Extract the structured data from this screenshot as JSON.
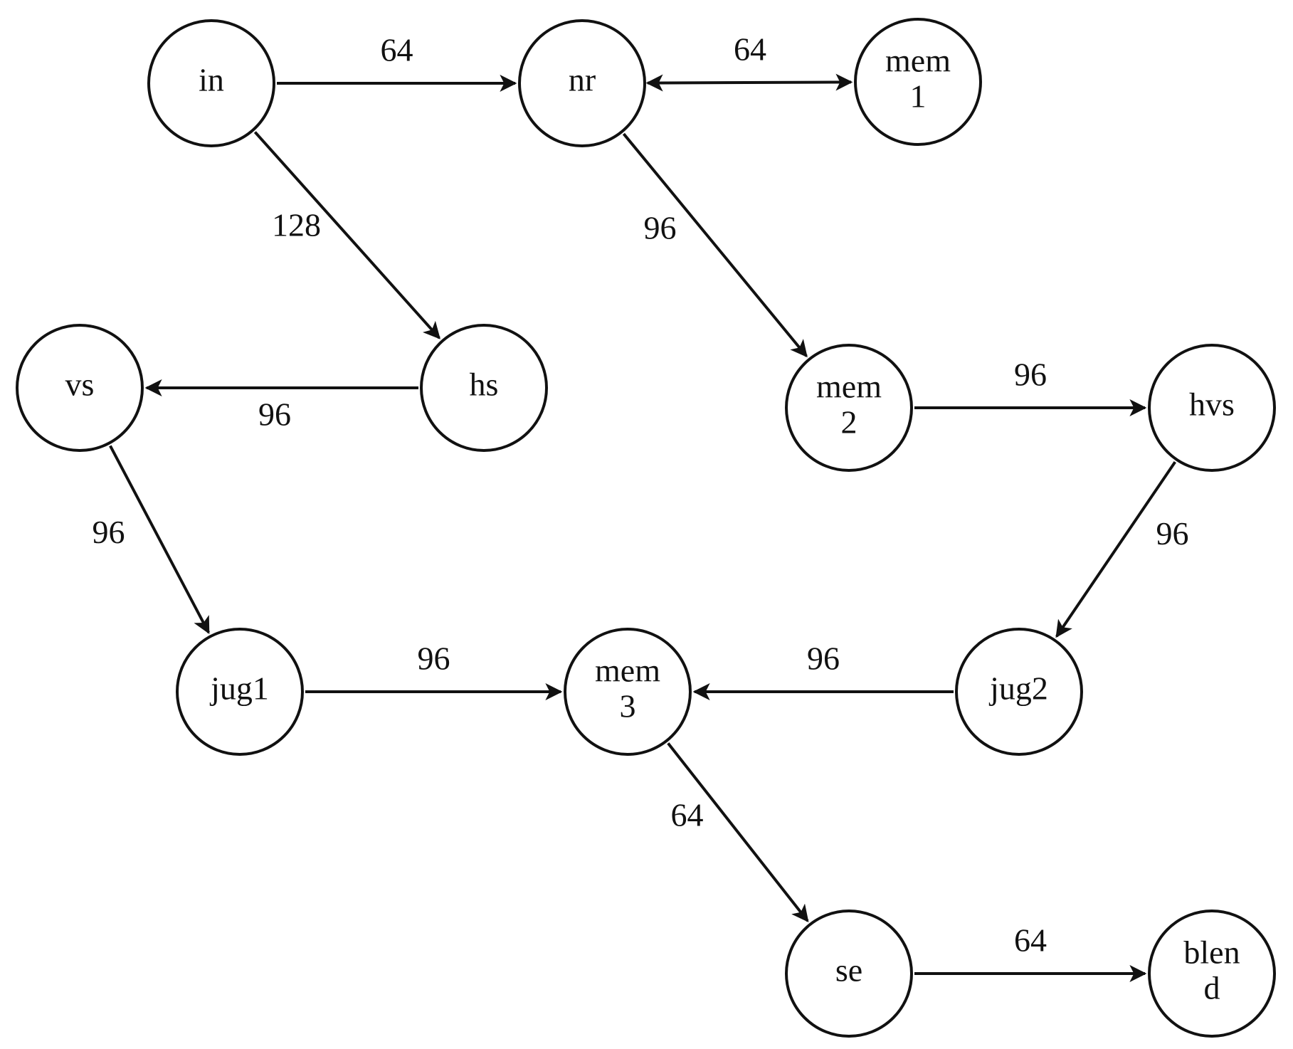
{
  "diagram": {
    "nodes": [
      {
        "id": "in",
        "lines": [
          "in"
        ]
      },
      {
        "id": "nr",
        "lines": [
          "nr"
        ]
      },
      {
        "id": "mem1",
        "lines": [
          "mem",
          "1"
        ]
      },
      {
        "id": "hs",
        "lines": [
          "hs"
        ]
      },
      {
        "id": "vs",
        "lines": [
          "vs"
        ]
      },
      {
        "id": "mem2",
        "lines": [
          "mem",
          "2"
        ]
      },
      {
        "id": "hvs",
        "lines": [
          "hvs"
        ]
      },
      {
        "id": "jug1",
        "lines": [
          "jug1"
        ]
      },
      {
        "id": "mem3",
        "lines": [
          "mem",
          "3"
        ]
      },
      {
        "id": "jug2",
        "lines": [
          "jug2"
        ]
      },
      {
        "id": "se",
        "lines": [
          "se"
        ]
      },
      {
        "id": "blend",
        "lines": [
          "blen",
          "d"
        ]
      }
    ],
    "edges": [
      {
        "from": "in",
        "to": "nr",
        "label": "64",
        "bidirectional": false
      },
      {
        "from": "nr",
        "to": "mem1",
        "label": "64",
        "bidirectional": true
      },
      {
        "from": "in",
        "to": "hs",
        "label": "128",
        "bidirectional": false
      },
      {
        "from": "nr",
        "to": "mem2",
        "label": "96",
        "bidirectional": false
      },
      {
        "from": "hs",
        "to": "vs",
        "label": "96",
        "bidirectional": false
      },
      {
        "from": "mem2",
        "to": "hvs",
        "label": "96",
        "bidirectional": false
      },
      {
        "from": "vs",
        "to": "jug1",
        "label": "96",
        "bidirectional": false
      },
      {
        "from": "hvs",
        "to": "jug2",
        "label": "96",
        "bidirectional": false
      },
      {
        "from": "jug1",
        "to": "mem3",
        "label": "96",
        "bidirectional": false
      },
      {
        "from": "jug2",
        "to": "mem3",
        "label": "96",
        "bidirectional": false
      },
      {
        "from": "mem3",
        "to": "se",
        "label": "64",
        "bidirectional": false
      },
      {
        "from": "se",
        "to": "blend",
        "label": "64",
        "bidirectional": false
      }
    ]
  }
}
